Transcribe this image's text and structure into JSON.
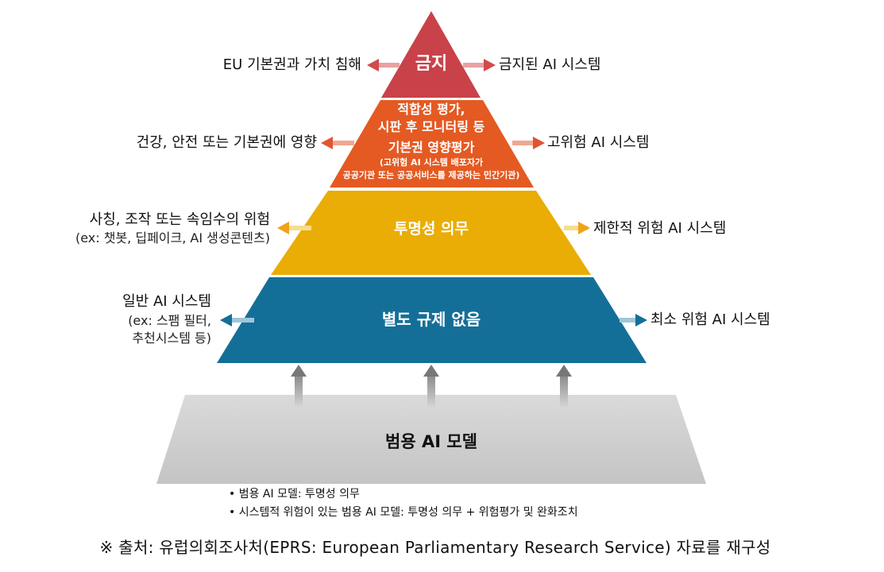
{
  "tiers": {
    "prohibited": {
      "title": "금지",
      "left": "EU 기본권과 가치 침해",
      "right": "금지된 AI 시스템",
      "color": "#c9424a"
    },
    "high": {
      "title_line1": "적합성 평가,",
      "title_line2": "시판 후 모니터링 등",
      "title_line3": "기본권 영향평가",
      "sub_line1": "(고위험 AI 시스템 배포자가",
      "sub_line2": "공공기관 또는 공공서비스를 제공하는 민간기관)",
      "left": "건강, 안전 또는 기본권에 영향",
      "right": "고위험 AI 시스템",
      "color": "#e45a22"
    },
    "limited": {
      "title": "투명성 의무",
      "left_line1": "사칭, 조작 또는 속임수의 위험",
      "left_line2": "(ex: 챗봇, 딥페이크, AI 생성콘텐츠)",
      "right": "제한적 위험 AI 시스템",
      "color": "#e9ad06"
    },
    "minimal": {
      "title": "별도 규제 없음",
      "left_line1": "일반 AI 시스템",
      "left_line2": "(ex: 스팸 필터,",
      "left_line3": "추천시스템 등)",
      "right": "최소 위험 AI 시스템",
      "color": "#146f98"
    }
  },
  "gpai": {
    "title": "범용 AI 모델",
    "color": "#cfcfcf"
  },
  "bullets": [
    "• 범용 AI 모델: 투명성 의무",
    "• 시스템적 위험이 있는 범용 AI 모델: 투명성 의무 + 위험평가 및 완화조치"
  ],
  "source": "※ 출처: 유럽의회조사처(EPRS: European Parliamentary Research Service) 자료를 재구성"
}
